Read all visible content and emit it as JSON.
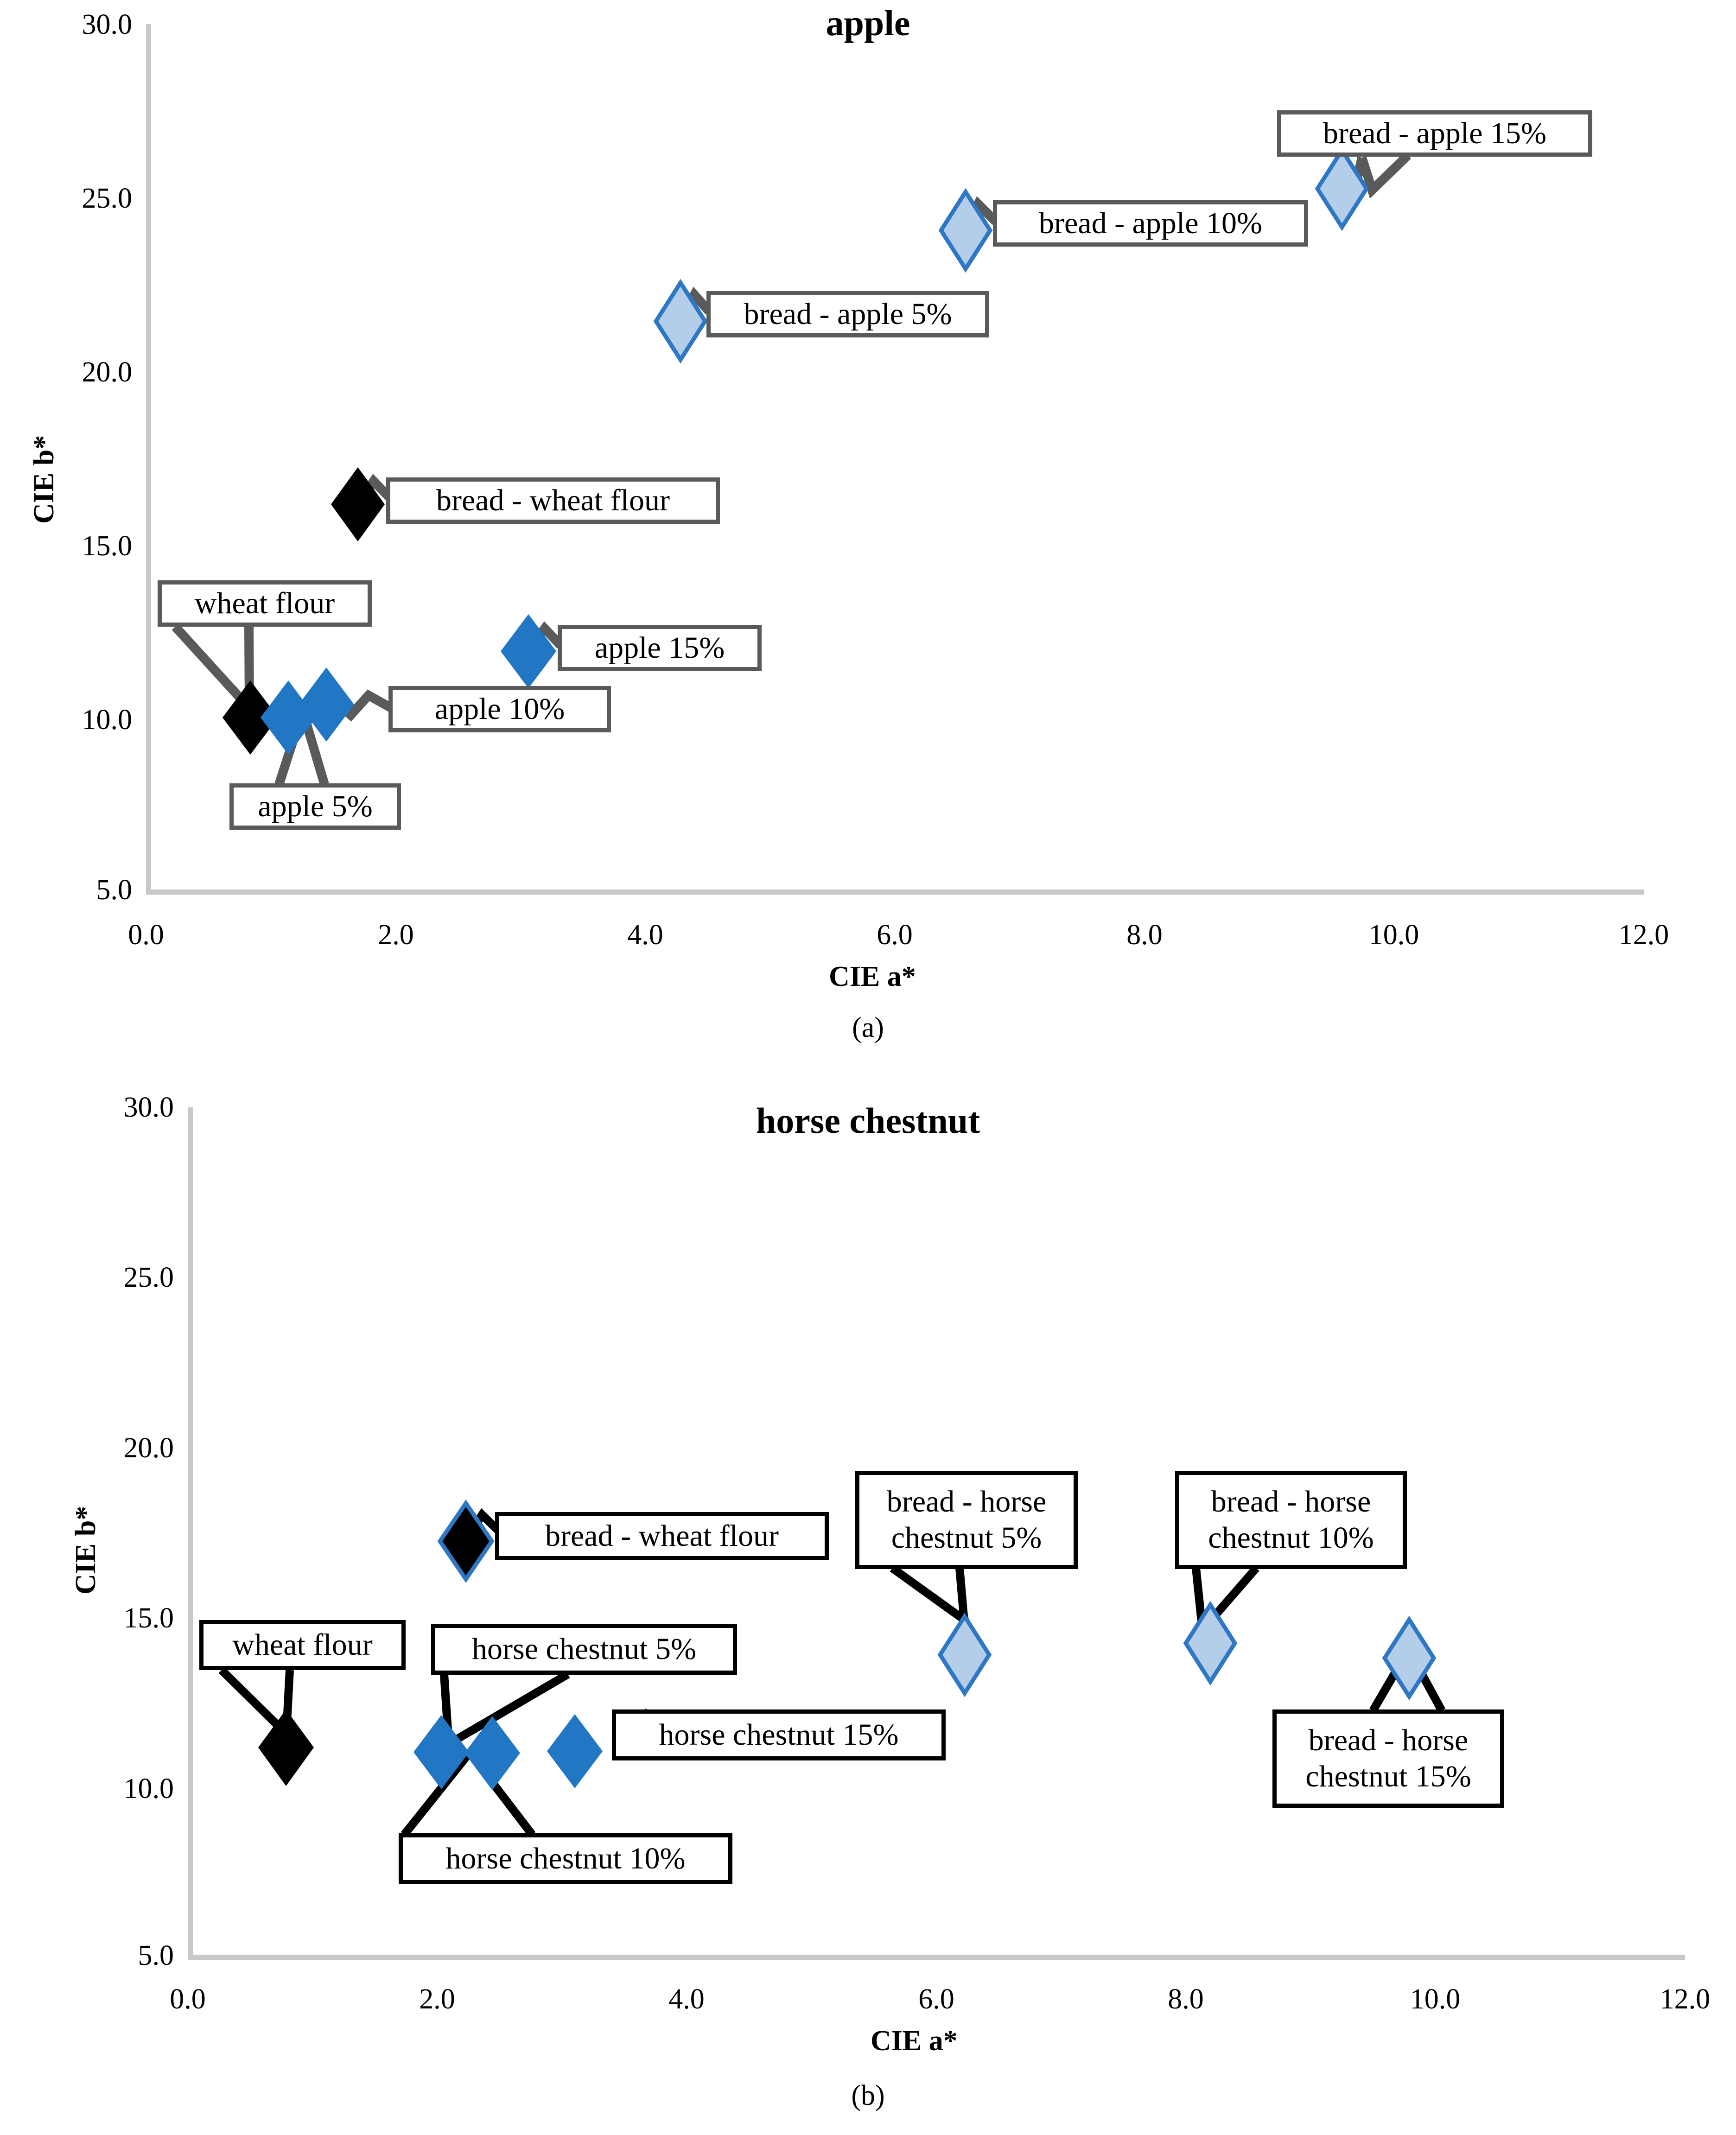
{
  "figure": {
    "panels": [
      {
        "id": "a",
        "subfigure_label": "(a)",
        "title": "apple",
        "callout_border_color": "#5a5a5a"
      },
      {
        "id": "b",
        "subfigure_label": "(b)",
        "title": "horse chestnut",
        "callout_border_color": "#000000"
      }
    ]
  },
  "colors": {
    "marker_dark_blue": "#2277C4",
    "marker_light_blue": "#B4CDE9",
    "marker_blue_outline": "#2E77C4",
    "marker_black": "#000000",
    "axis_gray": "#C8C8C8",
    "callout_gray": "#5A5A5A",
    "callout_black": "#000000"
  },
  "chart_data": [
    {
      "type": "scatter",
      "title": "apple",
      "subfigure": "(a)",
      "xlabel": "CIE a*",
      "ylabel": "CIE b*",
      "xlim": [
        0.0,
        12.0
      ],
      "ylim": [
        5.0,
        30.0
      ],
      "xticks": [
        "0.0",
        "2.0",
        "4.0",
        "6.0",
        "8.0",
        "10.0",
        "12.0"
      ],
      "yticks": [
        "5.0",
        "10.0",
        "15.0",
        "20.0",
        "25.0",
        "30.0"
      ],
      "grid": false,
      "legend": "none (direct callout labels)",
      "points": [
        {
          "label": "wheat flour",
          "x": 0.85,
          "y": 10.2,
          "marker": "black-diamond"
        },
        {
          "label": "apple 5%",
          "x": 1.1,
          "y": 10.1,
          "marker": "blue-diamond"
        },
        {
          "label": "apple 10%",
          "x": 1.45,
          "y": 10.5,
          "marker": "blue-diamond"
        },
        {
          "label": "apple 15%",
          "x": 3.0,
          "y": 12.7,
          "marker": "blue-diamond"
        },
        {
          "label": "bread - wheat flour",
          "x": 1.7,
          "y": 16.7,
          "marker": "black-diamond"
        },
        {
          "label": "bread - apple 5%",
          "x": 4.3,
          "y": 22.2,
          "marker": "light-blue-diamond"
        },
        {
          "label": "bread - apple 10%",
          "x": 6.55,
          "y": 24.6,
          "marker": "light-blue-diamond"
        },
        {
          "label": "bread - apple 15%",
          "x": 9.35,
          "y": 25.8,
          "marker": "light-blue-diamond"
        }
      ]
    },
    {
      "type": "scatter",
      "title": "horse chestnut",
      "subfigure": "(b)",
      "xlabel": "CIE a*",
      "ylabel": "CIE b*",
      "xlim": [
        0.0,
        12.0
      ],
      "ylim": [
        5.0,
        30.0
      ],
      "xticks": [
        "0.0",
        "2.0",
        "4.0",
        "6.0",
        "8.0",
        "10.0",
        "12.0"
      ],
      "yticks": [
        "5.0",
        "10.0",
        "15.0",
        "20.0",
        "25.0",
        "30.0"
      ],
      "grid": false,
      "legend": "none (direct callout labels)",
      "points": [
        {
          "label": "wheat flour",
          "x": 0.85,
          "y": 10.2,
          "marker": "black-diamond"
        },
        {
          "label": "horse chestnut 5%",
          "x": 1.95,
          "y": 10.0,
          "marker": "blue-diamond"
        },
        {
          "label": "horse chestnut  10%",
          "x": 2.45,
          "y": 9.95,
          "marker": "blue-diamond"
        },
        {
          "label": "horse chestnut  15%",
          "x": 3.1,
          "y": 10.0,
          "marker": "blue-diamond"
        },
        {
          "label": "bread - wheat flour",
          "x": 1.65,
          "y": 16.7,
          "marker": "black-diamond-blue-edge"
        },
        {
          "label": "bread - horse chestnut 5%",
          "x": 6.1,
          "y": 14.7,
          "marker": "light-blue-diamond"
        },
        {
          "label": "bread - horse chestnut  10%",
          "x": 8.15,
          "y": 15.0,
          "marker": "light-blue-diamond"
        },
        {
          "label": "bread - horse chestnut 15%",
          "x": 9.35,
          "y": 14.4,
          "marker": "light-blue-diamond"
        }
      ]
    }
  ],
  "panel_a": {
    "title": "apple",
    "subfigure_label": "(a)",
    "x_axis_title": "CIE a*",
    "y_axis_title": "CIE b*",
    "yticks": [
      "30.0",
      "25.0",
      "20.0",
      "15.0",
      "10.0",
      "5.0"
    ],
    "xticks": [
      "0.0",
      "2.0",
      "4.0",
      "6.0",
      "8.0",
      "10.0",
      "12.0"
    ],
    "callouts": [
      {
        "id": "bread-apple-15",
        "text": "bread - apple 15%"
      },
      {
        "id": "bread-apple-10",
        "text": "bread - apple 10%"
      },
      {
        "id": "bread-apple-5",
        "text": "bread - apple 5%"
      },
      {
        "id": "bread-wheat-flour",
        "text": "bread - wheat flour"
      },
      {
        "id": "apple-15",
        "text": "apple 15%"
      },
      {
        "id": "wheat-flour",
        "text": "wheat flour"
      },
      {
        "id": "apple-10",
        "text": "apple 10%"
      },
      {
        "id": "apple-5",
        "text": "apple 5%"
      }
    ]
  },
  "panel_b": {
    "title": "horse chestnut",
    "subfigure_label": "(b)",
    "x_axis_title": "CIE a*",
    "y_axis_title": "CIE b*",
    "yticks": [
      "30.0",
      "25.0",
      "20.0",
      "15.0",
      "10.0",
      "5.0"
    ],
    "xticks": [
      "0.0",
      "2.0",
      "4.0",
      "6.0",
      "8.0",
      "10.0",
      "12.0"
    ],
    "callouts": [
      {
        "id": "bread-wheat-flour",
        "text": "bread - wheat flour"
      },
      {
        "id": "bread-hc-5",
        "text": "bread - horse\nchestnut 5%"
      },
      {
        "id": "bread-hc-10",
        "text": "bread - horse\nchestnut  10%"
      },
      {
        "id": "bread-hc-15",
        "text": "bread - horse\nchestnut 15%"
      },
      {
        "id": "wheat-flour",
        "text": "wheat flour"
      },
      {
        "id": "hc-5",
        "text": "horse chestnut 5%"
      },
      {
        "id": "hc-15",
        "text": "horse chestnut  15%"
      },
      {
        "id": "hc-10",
        "text": "horse chestnut  10%"
      }
    ]
  }
}
